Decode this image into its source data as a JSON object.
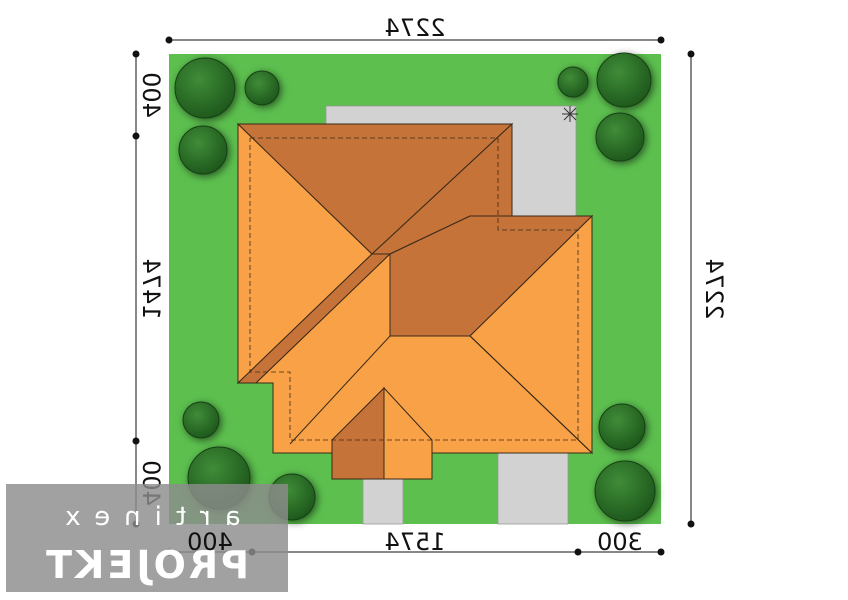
{
  "dimensions": {
    "top_width": "2274",
    "right_height": "2274",
    "left_top_setback": "400",
    "left_middle": "1474",
    "left_bottom_setback": "400",
    "bottom_left": "400",
    "bottom_middle": "1574",
    "bottom_right": "300"
  },
  "watermark": {
    "line1": "artinex",
    "line2": "PROJEKT"
  },
  "colors": {
    "lawn": "#5cbf4e",
    "paving": "#d2d2d2",
    "roof_light": "#f9a146",
    "roof_dark": "#c6733a",
    "tree": "#2d6e2a",
    "watermark_bg": "#8c8c8c"
  }
}
